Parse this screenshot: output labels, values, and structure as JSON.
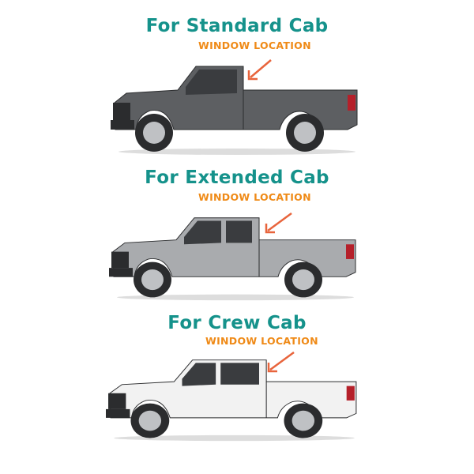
{
  "sections": [
    {
      "title": "For Standard Cab",
      "subtitle": "WINDOW LOCATION",
      "cab": "standard",
      "body_color": "#5d5f62",
      "icon": "arrow-icon"
    },
    {
      "title": "For Extended Cab",
      "subtitle": "WINDOW LOCATION",
      "cab": "extended",
      "body_color": "#a9abae",
      "icon": "arrow-icon"
    },
    {
      "title": "For Crew Cab",
      "subtitle": "WINDOW LOCATION",
      "cab": "crew",
      "body_color": "#f2f2f2",
      "icon": "arrow-icon"
    }
  ],
  "colors": {
    "title": "#15928b",
    "subtitle": "#ef8a17",
    "arrow": "#e8643c"
  }
}
